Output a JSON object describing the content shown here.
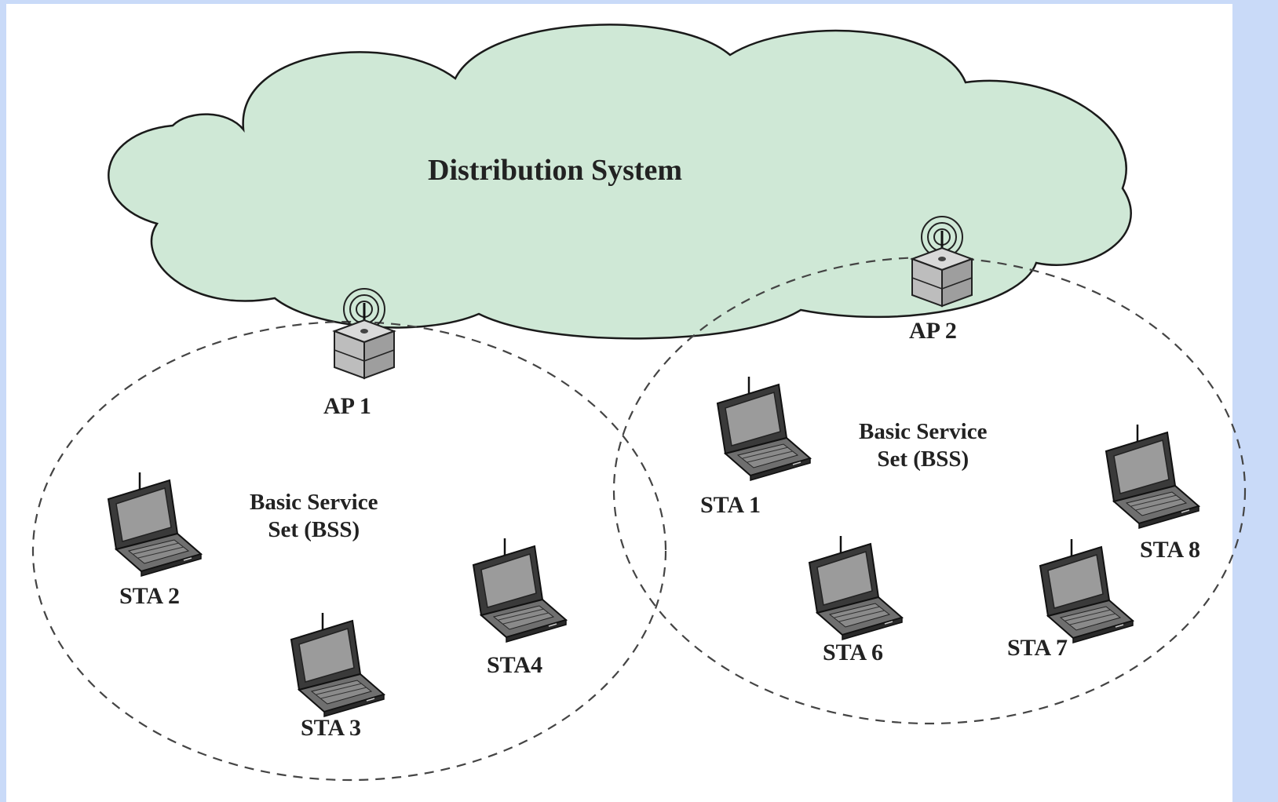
{
  "diagram": {
    "title": "Distribution System",
    "access_points": [
      {
        "label": "AP 1"
      },
      {
        "label": "AP 2"
      }
    ],
    "bss_labels": [
      {
        "line1": "Basic Service",
        "line2": "Set (BSS)"
      },
      {
        "line1": "Basic Service",
        "line2": "Set (BSS)"
      }
    ],
    "stations": [
      {
        "label": "STA 2"
      },
      {
        "label": "STA 3"
      },
      {
        "label": "STA4"
      },
      {
        "label": "STA 1"
      },
      {
        "label": "STA 6"
      },
      {
        "label": "STA 7"
      },
      {
        "label": "STA 8"
      }
    ],
    "colors": {
      "cloud_fill": "#cfe8d6",
      "cloud_stroke": "#1a1a1a",
      "bss_boundary": "#444444",
      "frame": "#c9daf8"
    }
  }
}
